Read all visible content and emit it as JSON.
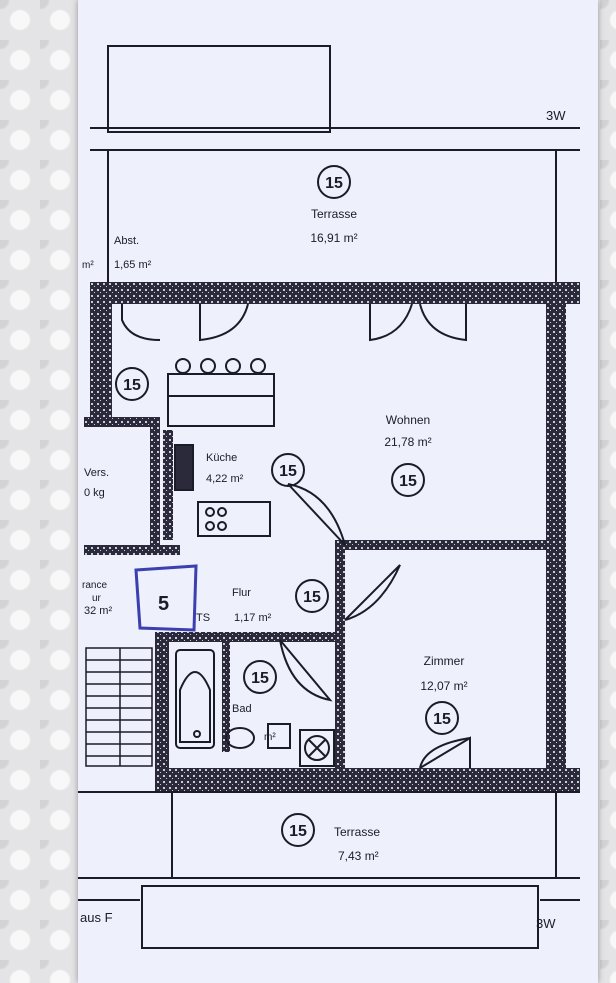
{
  "plan": {
    "label_3w_top": "3W",
    "label_3w_bottom": "3W",
    "label_haus": "aus F",
    "marker": "15",
    "handwritten_marker": "5",
    "rooms": {
      "terrasse_top": {
        "name": "Terrasse",
        "area": "16,91 m²"
      },
      "abst": {
        "name": "Abst.",
        "area": "1,65 m²",
        "prefix": "m²"
      },
      "wohnen": {
        "name": "Wohnen",
        "area": "21,78 m²"
      },
      "kueche": {
        "name": "Küche",
        "area": "4,22 m²"
      },
      "vers": {
        "name": "Vers.",
        "area": "0 kg"
      },
      "left_cut": {
        "name": "rance",
        "sub": "ur",
        "area": "32 m²"
      },
      "flur": {
        "name": "Flur",
        "area": "1,17 m²",
        "prefix": "TS"
      },
      "zimmer": {
        "name": "Zimmer",
        "area": "12,07 m²"
      },
      "bad": {
        "name": "Bad",
        "area": "m²"
      },
      "terrasse_bottom": {
        "name": "Terrasse",
        "area": "7,43 m²"
      }
    }
  },
  "colors": {
    "paper": "#eef0fb",
    "ink": "#1b1b2a",
    "pen": "#3b3fb0"
  }
}
